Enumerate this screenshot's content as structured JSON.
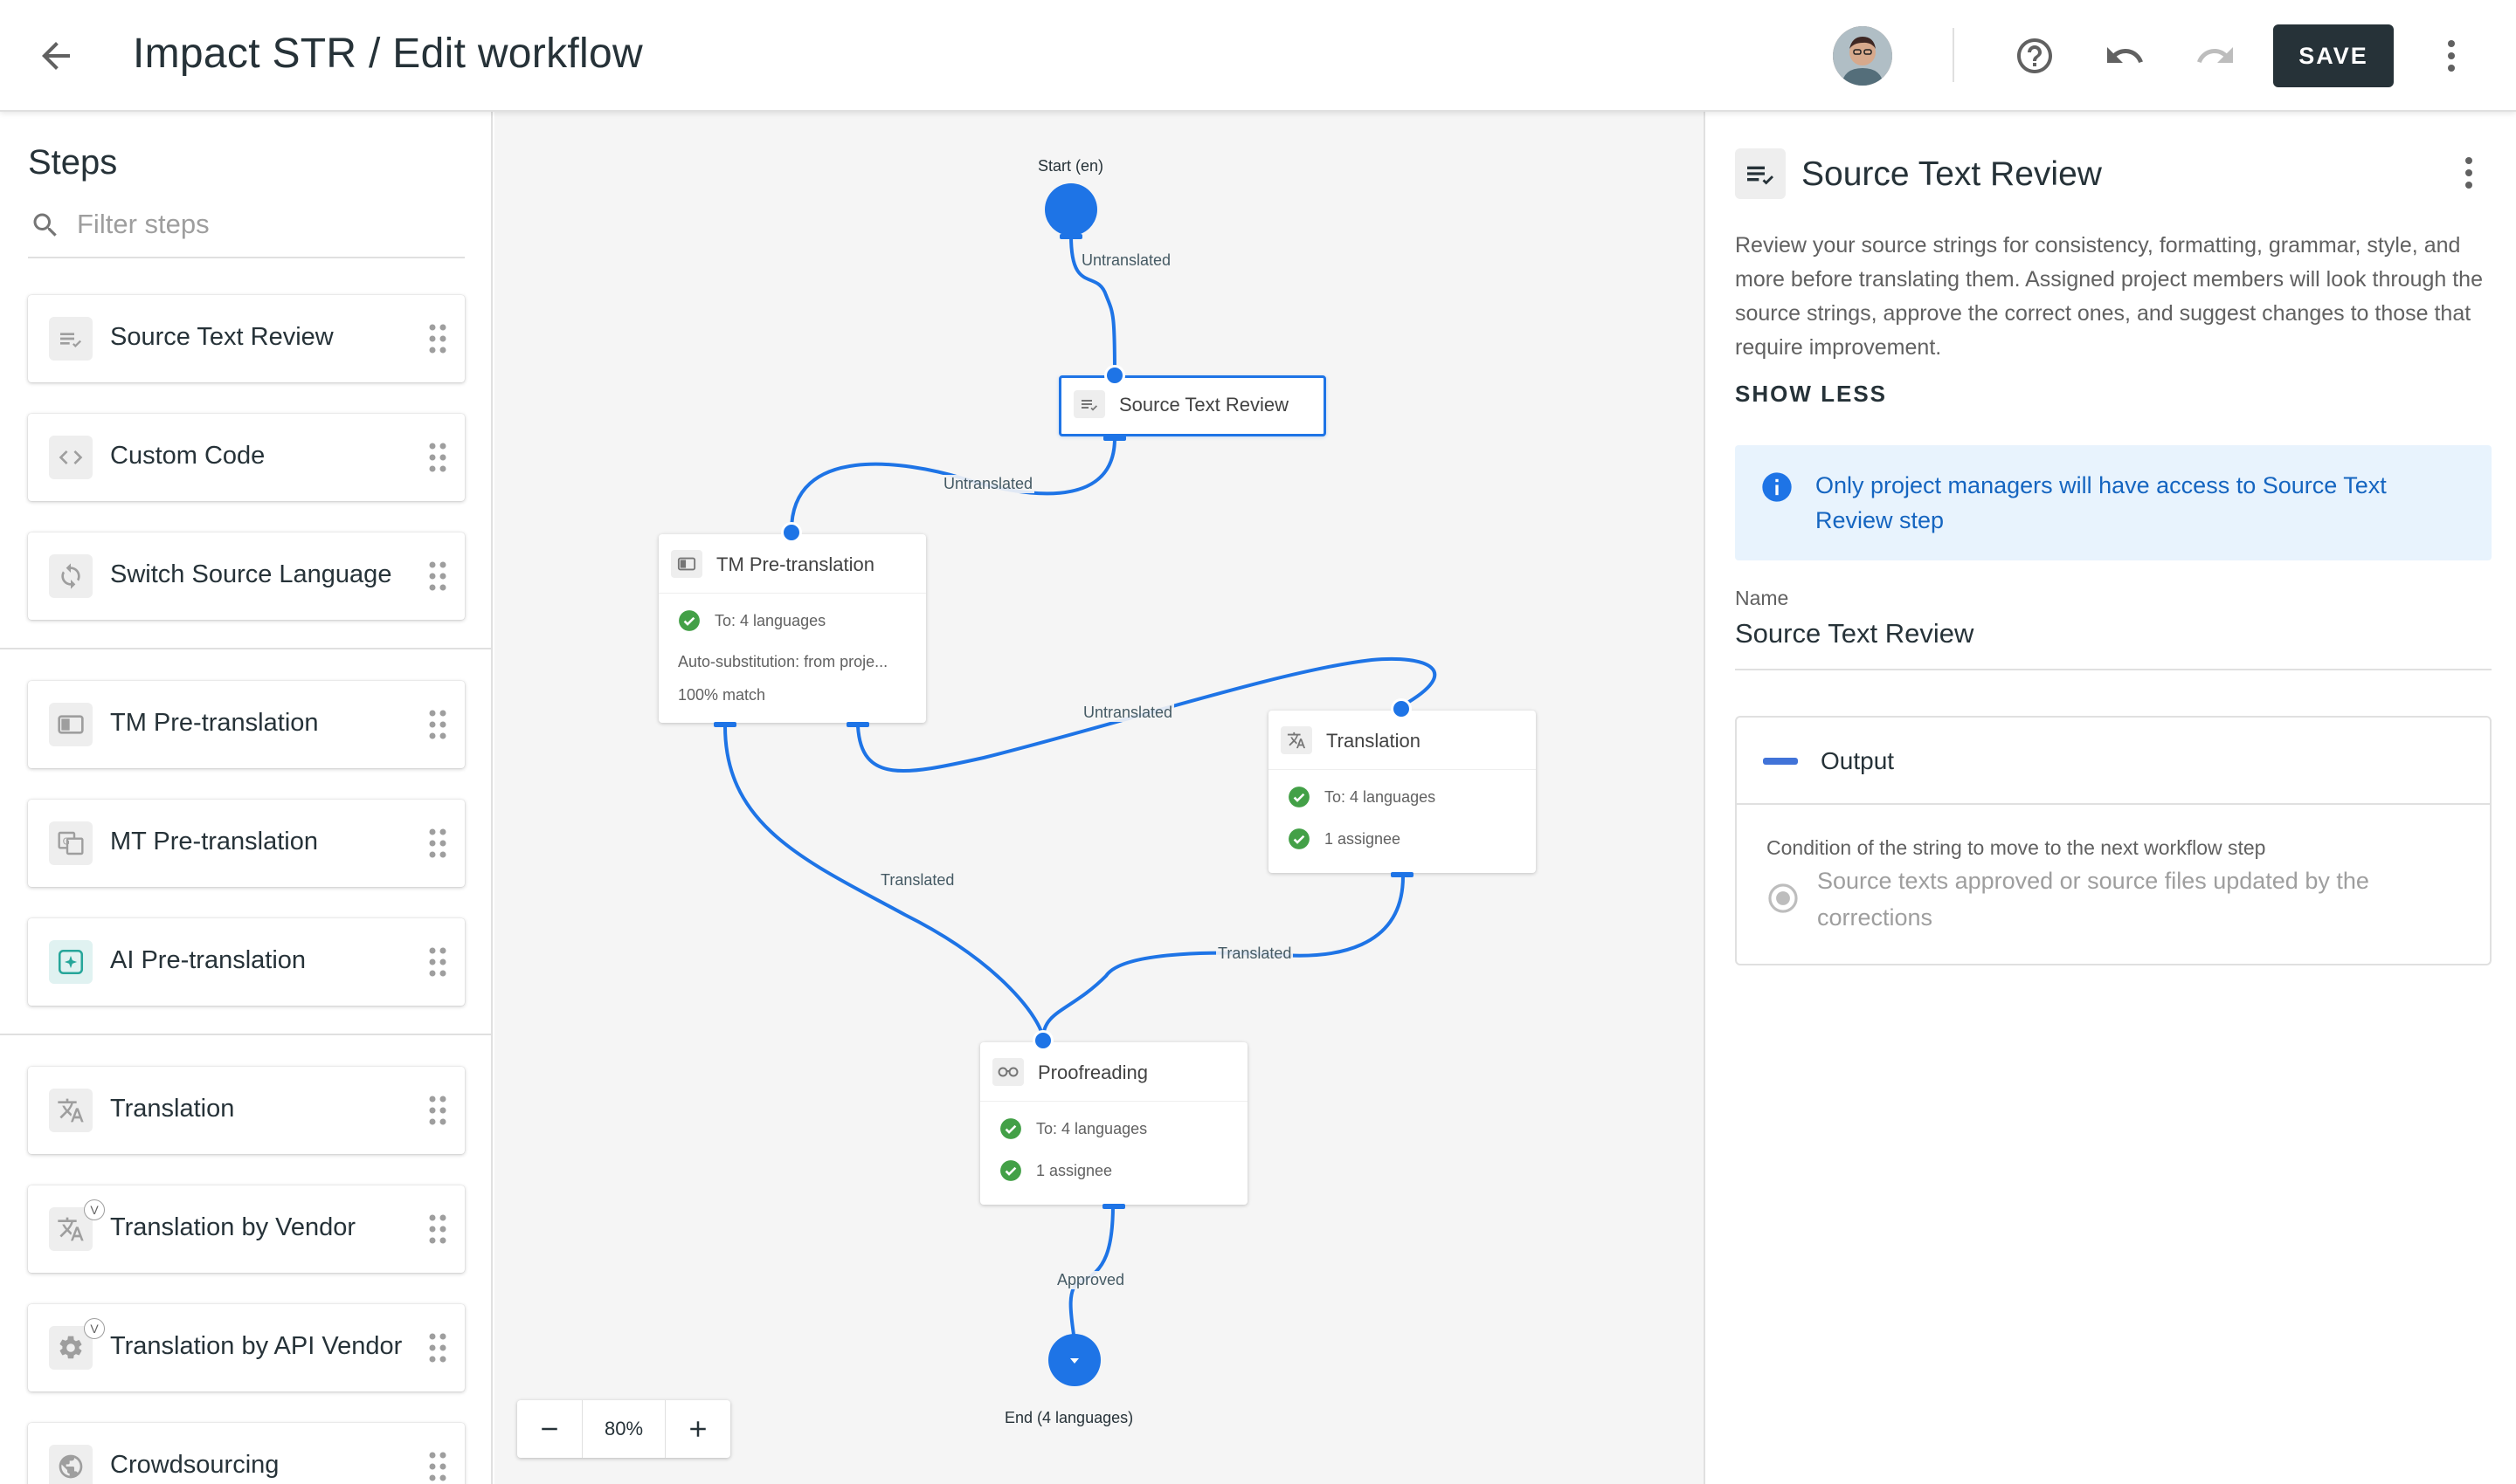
{
  "header": {
    "title": "Impact STR / Edit workflow",
    "save_label": "SAVE"
  },
  "steps_panel": {
    "title": "Steps",
    "filter_placeholder": "Filter steps",
    "groups": [
      [
        {
          "label": "Source Text Review",
          "icon": "source-review-icon"
        },
        {
          "label": "Custom Code",
          "icon": "code-icon"
        },
        {
          "label": "Switch Source Language",
          "icon": "sync-icon"
        }
      ],
      [
        {
          "label": "TM Pre-translation",
          "icon": "tm-icon"
        },
        {
          "label": "MT Pre-translation",
          "icon": "mt-icon"
        },
        {
          "label": "AI Pre-translation",
          "icon": "ai-sparkle-icon"
        }
      ],
      [
        {
          "label": "Translation",
          "icon": "translate-icon"
        },
        {
          "label": "Translation by Vendor",
          "icon": "translate-icon",
          "badge": "V"
        },
        {
          "label": "Translation by API Vendor",
          "icon": "gear-icon",
          "badge": "V"
        },
        {
          "label": "Crowdsourcing",
          "icon": "globe-icon"
        }
      ]
    ]
  },
  "canvas": {
    "start_label": "Start (en)",
    "end_label": "End (4 languages)",
    "zoom": "80%",
    "nodes": {
      "source_review": {
        "title": "Source Text Review"
      },
      "tm": {
        "title": "TM Pre-translation",
        "rows": [
          "To: 4 languages",
          "Auto-substitution: from proje...",
          "100% match"
        ]
      },
      "translation": {
        "title": "Translation",
        "rows": [
          "To: 4 languages",
          "1 assignee"
        ]
      },
      "proofreading": {
        "title": "Proofreading",
        "rows": [
          "To: 4 languages",
          "1 assignee"
        ]
      }
    },
    "edges": {
      "start_to_review": "Untranslated",
      "review_to_tm": "Untranslated",
      "tm_to_translation": "Untranslated",
      "tm_to_proof": "Translated",
      "translation_to_proof": "Translated",
      "proof_to_end": "Approved"
    }
  },
  "details": {
    "title": "Source Text Review",
    "description": "Review your source strings for consistency, formatting, grammar, style, and more before translating them. Assigned project members will look through the source strings, approve the correct ones, and suggest changes to those that require improvement.",
    "show_less": "SHOW LESS",
    "info": "Only project managers will have access to Source Text Review step",
    "name_label": "Name",
    "name_value": "Source Text Review",
    "output": {
      "title": "Output",
      "condition_label": "Condition of the string to move to the next workflow step",
      "condition_option": "Source texts approved or source files updated by the corrections"
    }
  },
  "colors": {
    "accent": "#1e74e6",
    "save_button": "#263238",
    "success": "#43a047",
    "info_bg": "#e8f3fd",
    "info_text": "#1565c0"
  }
}
